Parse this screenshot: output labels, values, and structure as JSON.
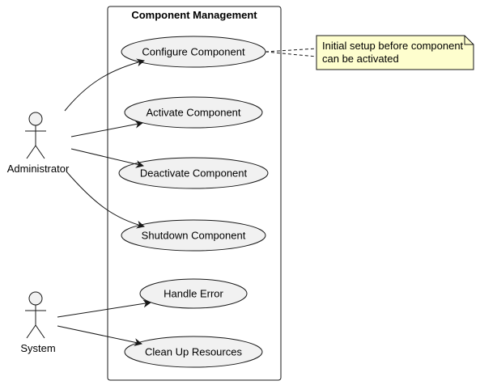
{
  "system_boundary": {
    "title": "Component Management"
  },
  "actors": {
    "administrator": {
      "label": "Administrator"
    },
    "system": {
      "label": "System"
    }
  },
  "use_cases": {
    "configure": "Configure Component",
    "activate": "Activate Component",
    "deactivate": "Deactivate Component",
    "shutdown": "Shutdown Component",
    "handle_error": "Handle Error",
    "cleanup": "Clean Up Resources"
  },
  "note": {
    "line1": "Initial setup before component",
    "line2": "can be activated"
  },
  "colors": {
    "usecase_fill": "#f1f1f1",
    "note_fill": "#fefece",
    "stroke": "#181818"
  }
}
